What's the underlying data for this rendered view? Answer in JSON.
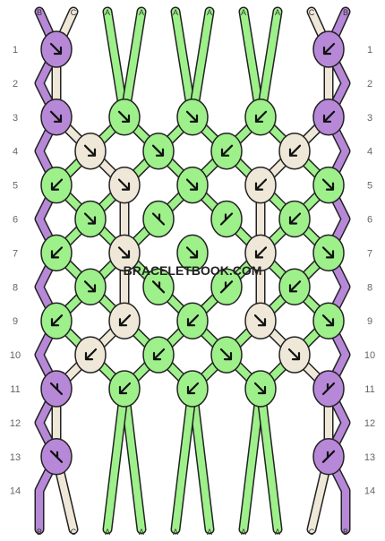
{
  "colors": {
    "B": "#b788d8",
    "C": "#efe8d8",
    "A": "#9ef08a",
    "outline": "#222222",
    "row_number": "#666666",
    "watermark": "#222222"
  },
  "thread_letters_top": [
    "B",
    "C",
    "A",
    "A",
    "A",
    "A",
    "A",
    "A",
    "C",
    "B"
  ],
  "thread_letters_bottom": [
    "B",
    "C",
    "A",
    "A",
    "A",
    "A",
    "A",
    "A",
    "C",
    "B"
  ],
  "row_numbers": [
    "1",
    "2",
    "3",
    "4",
    "5",
    "6",
    "7",
    "8",
    "9",
    "10",
    "11",
    "12",
    "13",
    "14"
  ],
  "watermark": "BRACELETBOOK.COM",
  "knot_rows": [
    [
      {
        "col": 0,
        "color": "B",
        "dir": "br"
      },
      {
        "col": 8,
        "color": "B",
        "dir": "bl"
      }
    ],
    [],
    [
      {
        "col": 0,
        "color": "B",
        "dir": "br"
      },
      {
        "col": 2,
        "color": "A",
        "dir": "br"
      },
      {
        "col": 4,
        "color": "A",
        "dir": "br"
      },
      {
        "col": 6,
        "color": "A",
        "dir": "bl"
      },
      {
        "col": 8,
        "color": "B",
        "dir": "bl"
      }
    ],
    [
      {
        "col": 1,
        "color": "C",
        "dir": "br"
      },
      {
        "col": 3,
        "color": "A",
        "dir": "br"
      },
      {
        "col": 5,
        "color": "A",
        "dir": "bl"
      },
      {
        "col": 7,
        "color": "C",
        "dir": "bl"
      }
    ],
    [
      {
        "col": 0,
        "color": "A",
        "dir": "bl"
      },
      {
        "col": 2,
        "color": "C",
        "dir": "br"
      },
      {
        "col": 4,
        "color": "A",
        "dir": "br"
      },
      {
        "col": 6,
        "color": "C",
        "dir": "bl"
      },
      {
        "col": 8,
        "color": "A",
        "dir": "br"
      }
    ],
    [
      {
        "col": 1,
        "color": "A",
        "dir": "br"
      },
      {
        "col": 3,
        "color": "A",
        "dir": "fr"
      },
      {
        "col": 5,
        "color": "A",
        "dir": "fl"
      },
      {
        "col": 7,
        "color": "A",
        "dir": "bl"
      }
    ],
    [
      {
        "col": 0,
        "color": "A",
        "dir": "bl"
      },
      {
        "col": 2,
        "color": "C",
        "dir": "br"
      },
      {
        "col": 4,
        "color": "A",
        "dir": "br"
      },
      {
        "col": 6,
        "color": "C",
        "dir": "bl"
      },
      {
        "col": 8,
        "color": "A",
        "dir": "br"
      }
    ],
    [
      {
        "col": 1,
        "color": "A",
        "dir": "br"
      },
      {
        "col": 3,
        "color": "A",
        "dir": "fr"
      },
      {
        "col": 5,
        "color": "A",
        "dir": "fl"
      },
      {
        "col": 7,
        "color": "A",
        "dir": "bl"
      }
    ],
    [
      {
        "col": 0,
        "color": "A",
        "dir": "bl"
      },
      {
        "col": 2,
        "color": "C",
        "dir": "bl"
      },
      {
        "col": 4,
        "color": "A",
        "dir": "bl"
      },
      {
        "col": 6,
        "color": "C",
        "dir": "br"
      },
      {
        "col": 8,
        "color": "A",
        "dir": "br"
      }
    ],
    [
      {
        "col": 1,
        "color": "C",
        "dir": "bl"
      },
      {
        "col": 3,
        "color": "A",
        "dir": "bl"
      },
      {
        "col": 5,
        "color": "A",
        "dir": "br"
      },
      {
        "col": 7,
        "color": "C",
        "dir": "br"
      }
    ],
    [
      {
        "col": 0,
        "color": "B",
        "dir": "fr"
      },
      {
        "col": 2,
        "color": "A",
        "dir": "bl"
      },
      {
        "col": 4,
        "color": "A",
        "dir": "bl"
      },
      {
        "col": 6,
        "color": "A",
        "dir": "br"
      },
      {
        "col": 8,
        "color": "B",
        "dir": "fl"
      }
    ],
    [],
    [
      {
        "col": 0,
        "color": "B",
        "dir": "fr"
      },
      {
        "col": 8,
        "color": "B",
        "dir": "fl"
      }
    ],
    []
  ]
}
